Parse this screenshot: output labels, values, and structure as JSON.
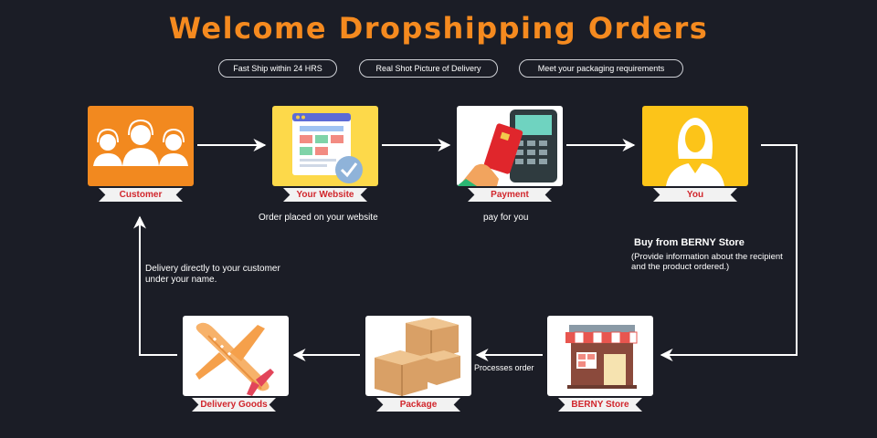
{
  "title": "Welcome Dropshipping Orders",
  "badges": [
    "Fast Ship within 24 HRS",
    "Real Shot Picture of Delivery",
    "Meet your packaging requirements"
  ],
  "steps": {
    "customer": "Customer",
    "website": "Your Website",
    "payment": "Payment",
    "you": "You",
    "berny": "BERNY Store",
    "package": "Package",
    "delivery": "Delivery Goods"
  },
  "captions": {
    "website": "Order placed on your website",
    "payment": "pay for you",
    "buy_title": "Buy from BERNY Store",
    "buy_detail": "(Provide information about the recipient and the product ordered.)",
    "processes": "Processes order",
    "delivery_direct": "Delivery directly to your customer under your name."
  },
  "colors": {
    "accent": "#f58a1f",
    "ribbon_text": "#d1262c",
    "background": "#1b1d26",
    "customer_card": "#f2891f",
    "website_card": "#fdd94a",
    "you_card": "#fcc419"
  },
  "icons": [
    "customers-icon",
    "website-icon",
    "payment-terminal-icon",
    "person-icon",
    "store-icon",
    "boxes-icon",
    "airplane-icon"
  ]
}
